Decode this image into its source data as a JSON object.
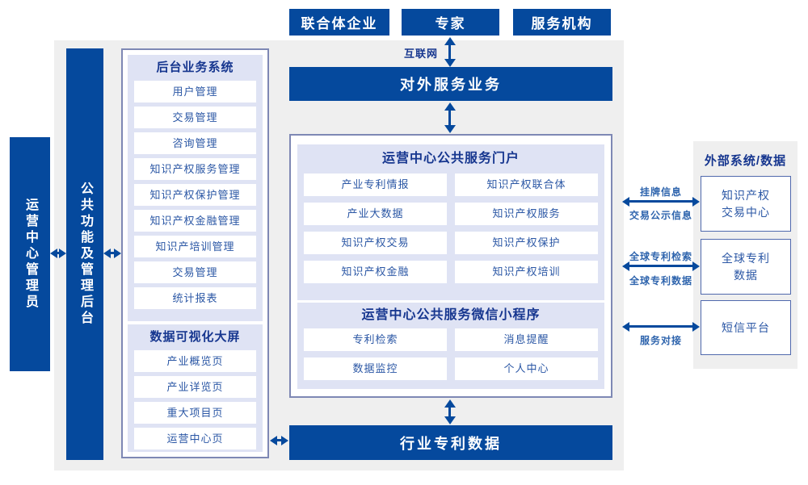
{
  "colors": {
    "primary_blue": "#05499d",
    "panel_lavender": "#dfe3f4",
    "background_gray": "#efefef",
    "frame_border": "#7e88b4",
    "item_text_blue": "#2b57a5",
    "header_navy": "#16368f"
  },
  "actors": {
    "items": [
      "联合体企业",
      "专家",
      "服务机构"
    ]
  },
  "internet": {
    "label": "互联网"
  },
  "left_bars": {
    "admin": "运营中心管理员",
    "backend": "公共功能及管理后台"
  },
  "backend_system": {
    "title": "后台业务系统",
    "items": [
      "用户管理",
      "交易管理",
      "咨询管理",
      "知识产权服务管理",
      "知识产权保护管理",
      "知识产权金融管理",
      "知识产培训管理",
      "交易管理",
      "统计报表"
    ]
  },
  "dashboard": {
    "title": "数据可视化大屏",
    "items": [
      "产业概览页",
      "产业详览页",
      "重大项目页",
      "运营中心页"
    ]
  },
  "bars": {
    "external_service": "对外服务业务",
    "industry_patent_data": "行业专利数据"
  },
  "portal": {
    "title": "运营中心公共服务门户",
    "items": [
      "产业专利情报",
      "知识产权联合体",
      "产业大数据",
      "知识产权服务",
      "知识产权交易",
      "知识产权保护",
      "知识产权金融",
      "知识产权培训"
    ]
  },
  "miniprogram": {
    "title": "运营中心公共服务微信小程序",
    "items": [
      "专利检索",
      "消息提醒",
      "数据监控",
      "个人中心"
    ]
  },
  "external_systems": {
    "title": "外部系统/数据",
    "items": [
      "知识产权\n交易中心",
      "全球专利\n数据",
      "短信平台"
    ]
  },
  "link_labels": {
    "listing_info": "挂牌信息",
    "transaction_publicity": "交易公示信息",
    "global_patent_search": "全球专利检索",
    "global_patent_data": "全球专利数据",
    "service_connection": "服务对接"
  }
}
